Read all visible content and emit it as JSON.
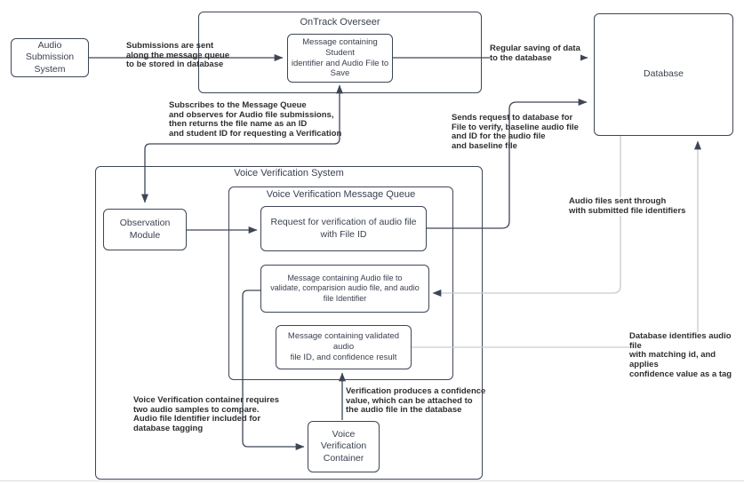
{
  "colors": {
    "stroke": "#3d4656",
    "gray": "#c7cacd",
    "text": "#3a4150",
    "label": "#2f2f2f"
  },
  "boxes": {
    "audio_submission": "Audio\nSubmission\nSystem",
    "ontrack_title": "OnTrack Overseer",
    "ontrack_message": "Message containing Student\nidentifier and Audio File to\nSave",
    "database": "Database",
    "vvs_title": "Voice Verification System",
    "vvmq_title": "Voice Verification Message Queue",
    "observation_module": "Observation\nModule",
    "request_verification": "Request for verification of audio file\nwith File ID",
    "validate_message": "Message containing Audio file to\nvalidate, comparision audio file, and audio\nfile Identifier",
    "validated_message": "Message containing validated audio\nfile ID, and confidence result",
    "vv_container": "Voice\nVerification\nContainer"
  },
  "labels": {
    "submissions": "Submissions are sent\nalong the message queue\nto be stored in database",
    "subscribes": "Subscribes to the Message Queue\nand observes for Audio file submissions,\nthen returns the file name as an ID\nand student ID for requesting a Verification",
    "regular_saving": "Regular saving of data\nto the database",
    "sends_request": "Sends request to database for\nFile to verify, baseline audio file\nand ID for the audio file\nand baseline file",
    "audio_files_sent": "Audio files sent through\nwith submitted file identifiers",
    "db_identifies": "Database identifies audio file\nwith matching id, and applies\nconfidence value as a tag",
    "vvc_requires": "Voice Verification container requires\ntwo audio samples to compare.\nAudio file Identifier included for\ndatabase tagging",
    "verification_produces": "Verification produces a confidence\nvalue, which can be attached to\nthe audio file in the database"
  }
}
